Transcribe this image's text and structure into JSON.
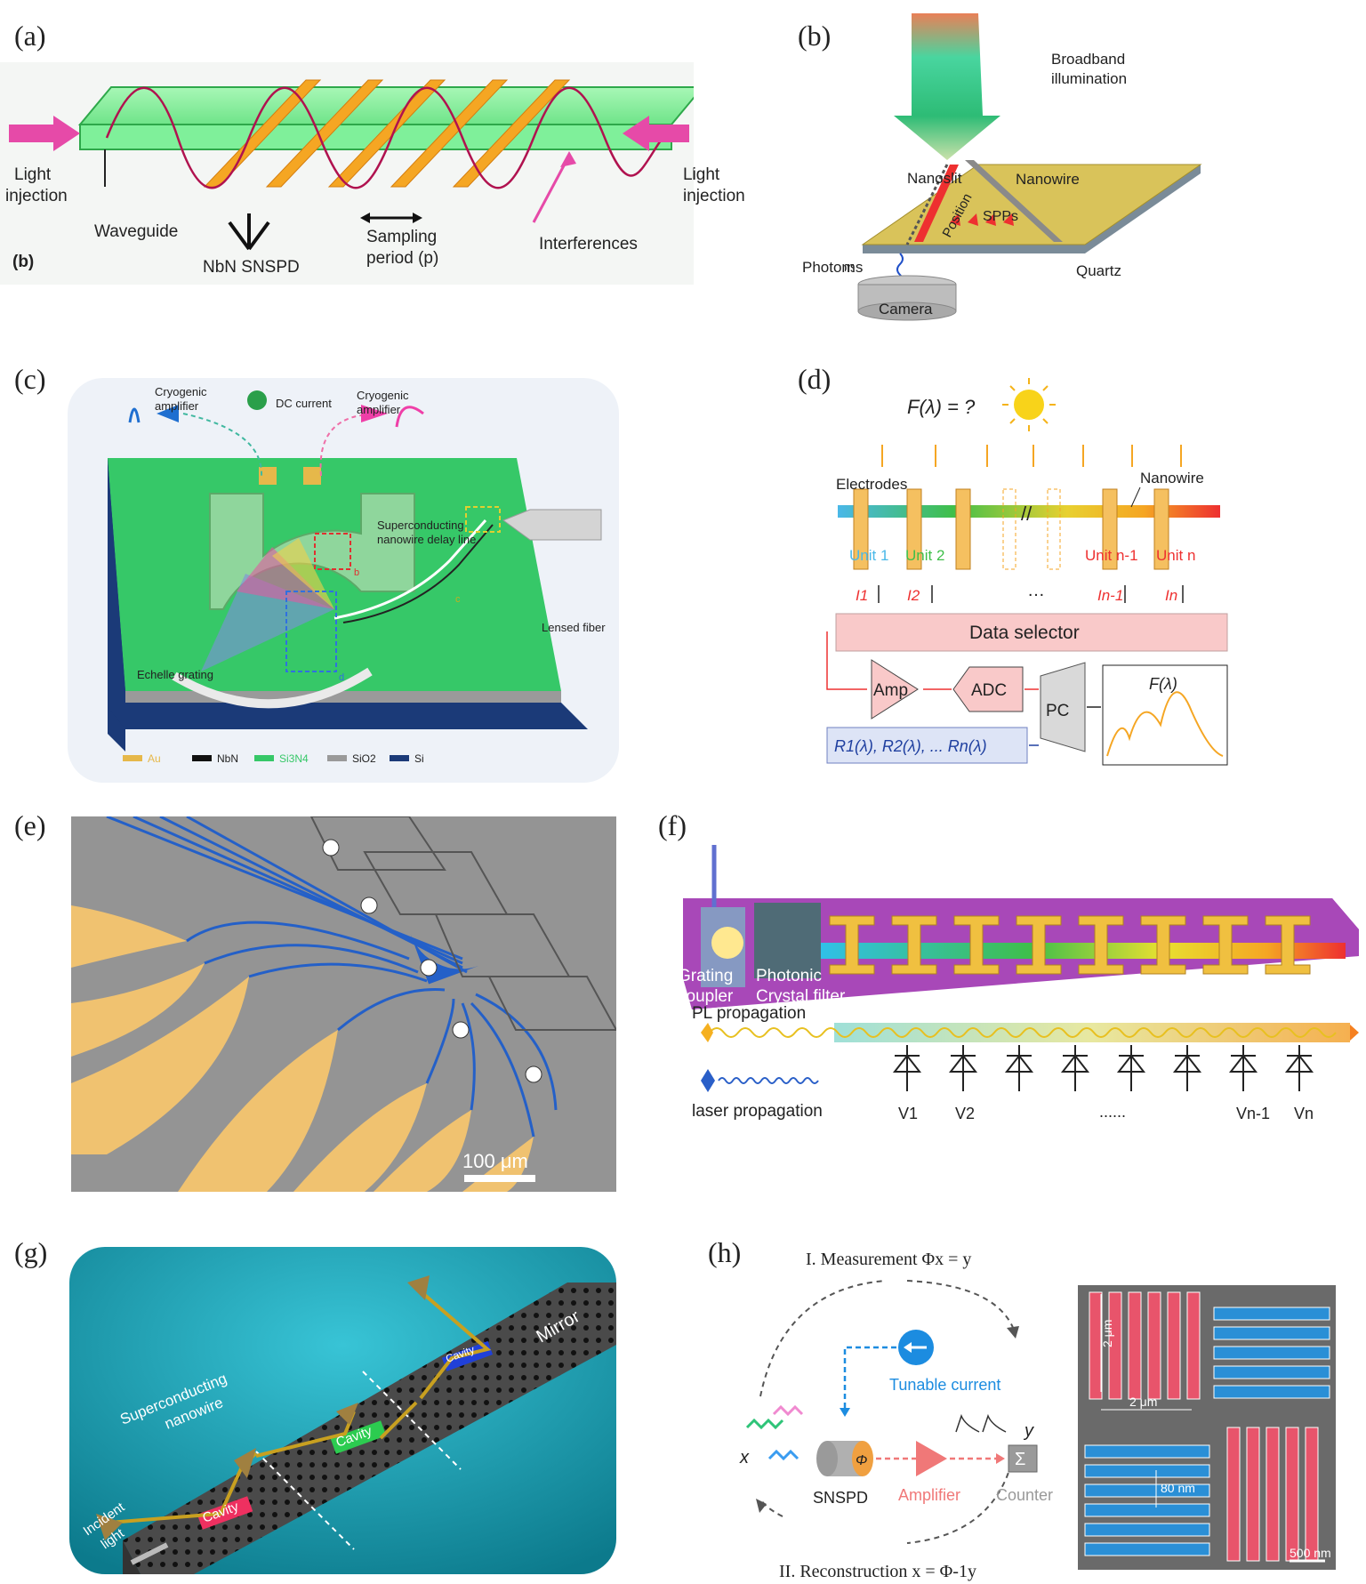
{
  "panels": {
    "a": {
      "label": "(a)",
      "light_left": [
        "Light",
        "injection"
      ],
      "light_right": [
        "Light",
        "injection"
      ],
      "waveguide": "Waveguide",
      "snspd": "NbN SNSPD",
      "sampling": [
        "Sampling",
        "period (p)"
      ],
      "interferences": "Interferences",
      "sub": "(b)"
    },
    "b": {
      "label": "(b)",
      "broadband": [
        "Broadband",
        "illumination"
      ],
      "nanoslit": "Nanoslit",
      "nanowire": "Nanowire",
      "position": "Position",
      "spps": "SPPs",
      "photons": "Photons",
      "quartz": "Quartz",
      "camera": "Camera"
    },
    "c": {
      "label": "(c)",
      "cryo_left": [
        "Cryogenic",
        "amplifier"
      ],
      "cryo_right": [
        "Cryogenic",
        "amplifier"
      ],
      "dc": "DC current",
      "delay": [
        "Superconducting",
        "nanowire delay line"
      ],
      "fiber": "Lensed fiber",
      "echelle": "Echelle grating",
      "box_b": "b",
      "box_c": "c",
      "box_d": "d",
      "legend": [
        "Au",
        "NbN",
        "Si3N4",
        "SiO2",
        "Si"
      ]
    },
    "d": {
      "label": "(d)",
      "formula": "F(λ) =  ?",
      "electrodes": "Electrodes",
      "nanowire": "Nanowire",
      "units": [
        "Unit 1",
        "Unit 2",
        "Unit n-1",
        "Unit n"
      ],
      "currents": [
        "I1",
        "I2",
        "In-1",
        "In"
      ],
      "dots": "…",
      "selector": "Data selector",
      "amp": "Amp",
      "adc": "ADC",
      "pc": "PC",
      "resp": "R1(λ), R2(λ),  ... Rn(λ)",
      "out": "F(λ)"
    },
    "e": {
      "label": "(e)",
      "scale": "100 μm"
    },
    "f": {
      "label": "(f)",
      "grating": [
        "Grating",
        "coupler"
      ],
      "crystal": [
        "Photonic",
        "Crystal filter"
      ],
      "pl": "PL propagation",
      "laser": "laser propagation",
      "v": [
        "V1",
        "V2",
        "......",
        "Vn-1",
        "Vn"
      ]
    },
    "g": {
      "label": "(g)",
      "mirror": "Mirror",
      "nanowire": [
        "Superconducting",
        "nanowire"
      ],
      "cavity": "Cavity",
      "incident": [
        "Incident",
        "light"
      ]
    },
    "h": {
      "label": "(h)",
      "measure": "I. Measurement Φx = y",
      "recon": "II. Reconstruction x = Φ-1y",
      "tunable": "Tunable current",
      "x": "x",
      "y": "y",
      "phi": "Φ",
      "snspd": "SNSPD",
      "amp": "Amplifier",
      "counter": "Counter",
      "dim1": "2 μm",
      "dim2": "2 μm",
      "dim3": "80 nm",
      "scale": "500 nm"
    }
  },
  "colors": {
    "waveguide": "#7ff09a",
    "snspd_orange": "#f5a623",
    "chip_green": "#3cc96a",
    "chip_navy": "#1b3a78",
    "gold": "#e6b84a",
    "pink_box": "#f9c9c9",
    "purple_chip": "#a23ab0",
    "teal_bg": "#1aa3b8",
    "sem_red": "#e8546b",
    "sem_blue": "#2a8fd6"
  }
}
